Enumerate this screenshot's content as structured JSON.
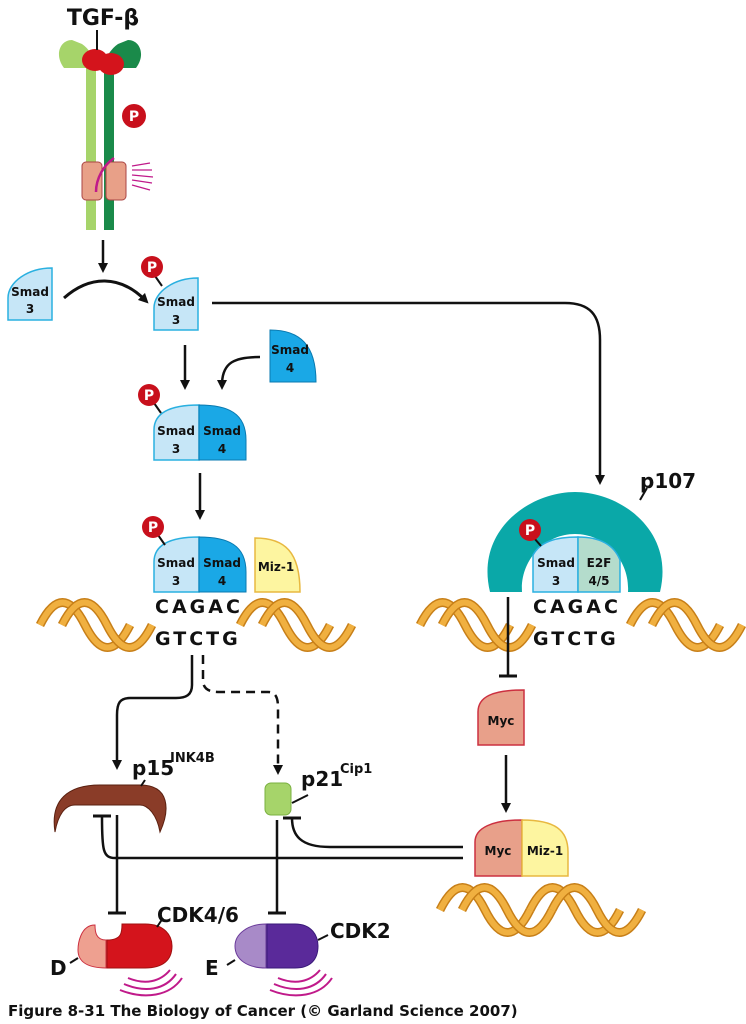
{
  "ligand": {
    "label": "TGF-β"
  },
  "phospho": {
    "label": "P"
  },
  "proteins": {
    "smad3": {
      "line1": "Smad",
      "line2": "3"
    },
    "smad4": {
      "line1": "Smad",
      "line2": "4"
    },
    "miz1": {
      "label": "Miz-1"
    },
    "e2f": {
      "line1": "E2F",
      "line2": "4/5"
    },
    "p107": {
      "label": "p107"
    },
    "myc": {
      "label": "Myc"
    },
    "p15": {
      "base": "p15",
      "sup": "INK4B"
    },
    "p21": {
      "base": "p21",
      "sup": "Cip1"
    },
    "cdk46": {
      "label": "CDK4/6",
      "cyclin": "D"
    },
    "cdk2": {
      "label": "CDK2",
      "cyclin": "E"
    }
  },
  "dna": {
    "top_strand": "CAGAC",
    "bottom_strand": "GTCTG"
  },
  "colors": {
    "receptor_light": "#a6d46a",
    "receptor_dark": "#1a8a4a",
    "ligand_red": "#d4141c",
    "kinase_salmon": "#e8a088",
    "smad3_fill": "#c6e6f7",
    "smad4_fill": "#1aa8e6",
    "miz1_fill": "#fdf5a0",
    "p107_teal": "#0aa8a8",
    "e2f_fill": "#b4dccc",
    "myc_fill": "#e8a08a",
    "p15_brown": "#8a3c28",
    "p21_green": "#a6d46a",
    "cdk46_red": "#d4141c",
    "cyclinD": "#eea090",
    "cdk2_purple": "#5a2a9a",
    "cyclinE": "#a88ac8",
    "dna_orange": "#e8a030",
    "magenta": "#c01a8a"
  },
  "caption": "Figure 8-31  The Biology of Cancer (© Garland Science 2007)"
}
